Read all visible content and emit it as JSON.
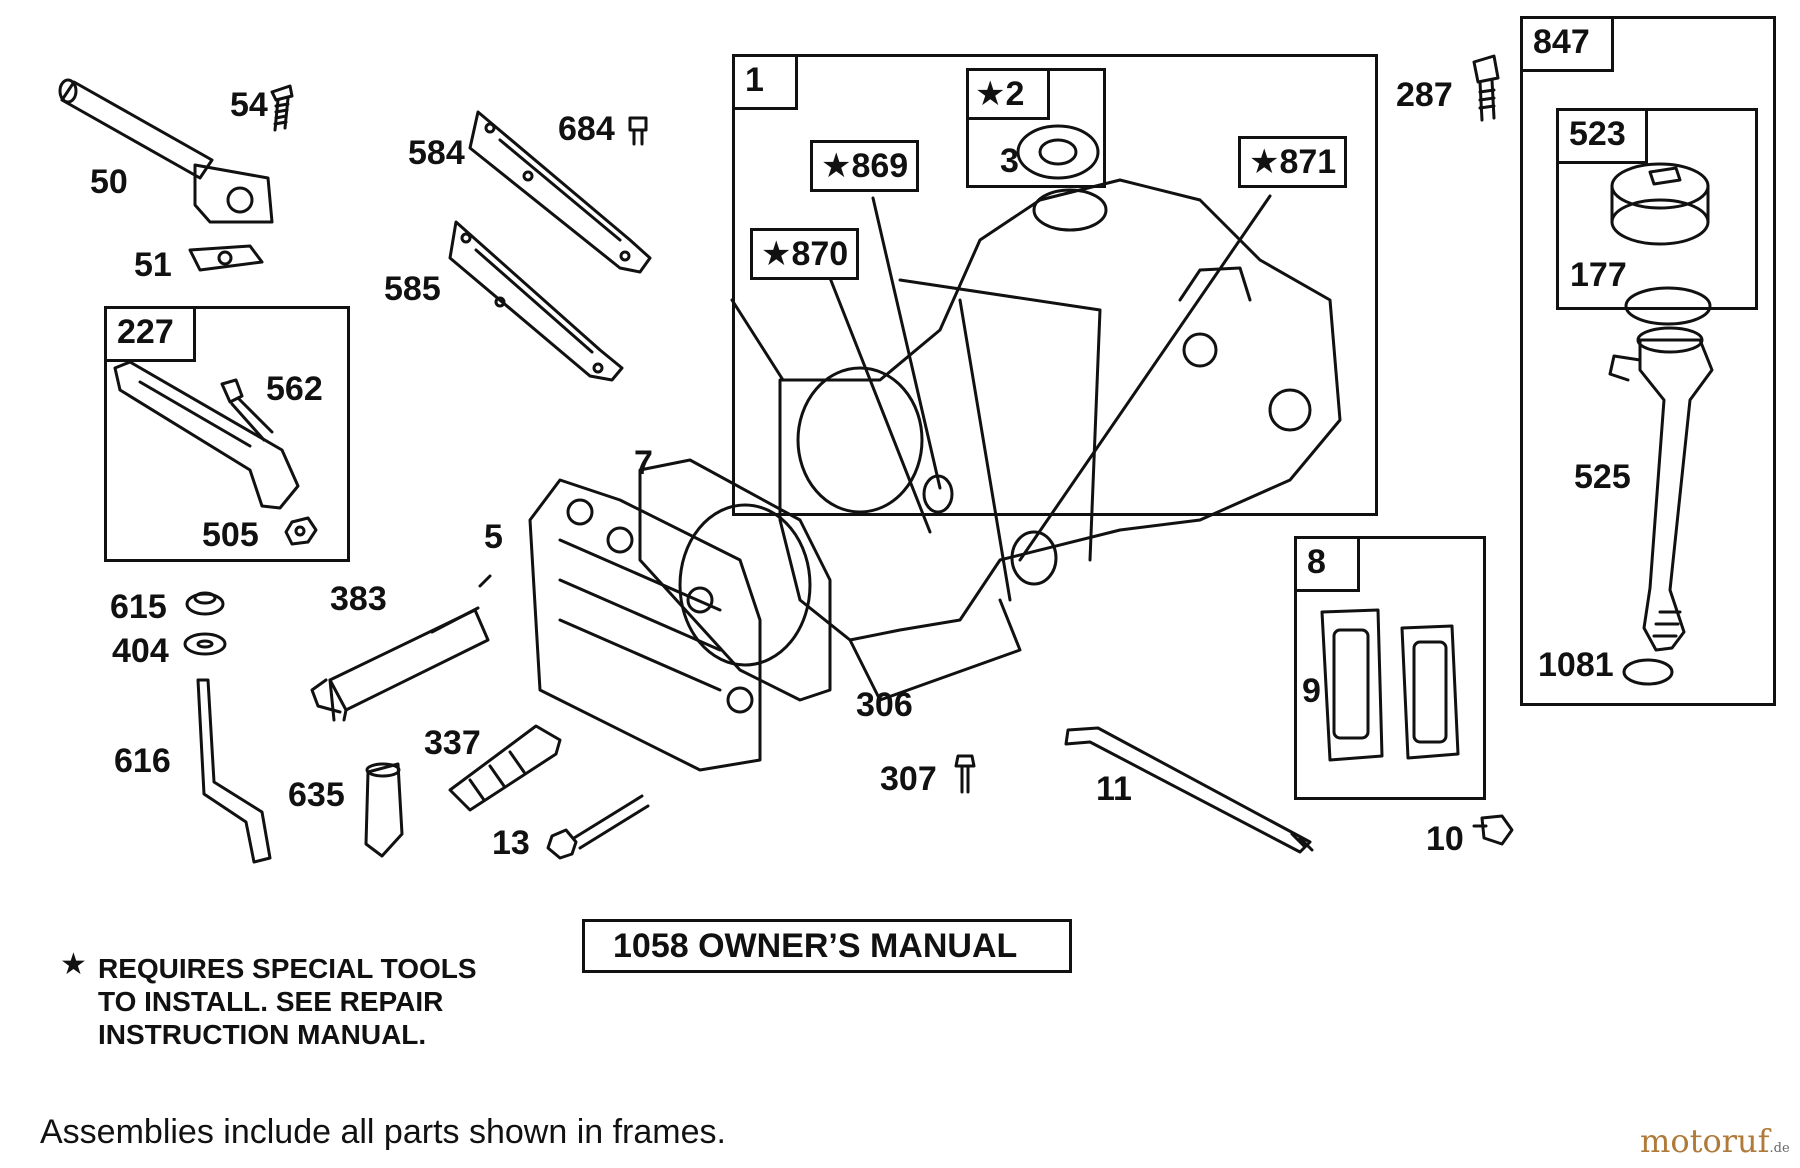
{
  "parts": {
    "p1": "1",
    "p2": "2",
    "p3": "3",
    "p5": "5",
    "p7": "7",
    "p8": "8",
    "p9": "9",
    "p10": "10",
    "p11": "11",
    "p13": "13",
    "p50": "50",
    "p51": "51",
    "p54": "54",
    "p177": "177",
    "p227": "227",
    "p287": "287",
    "p306": "306",
    "p307": "307",
    "p337": "337",
    "p383": "383",
    "p404": "404",
    "p505": "505",
    "p523": "523",
    "p525": "525",
    "p562": "562",
    "p584": "584",
    "p585": "585",
    "p615": "615",
    "p616": "616",
    "p635": "635",
    "p684": "684",
    "p847": "847",
    "p869": "869",
    "p870": "870",
    "p871": "871",
    "p1081": "1081"
  },
  "star_symbol": "★",
  "manual": "1058 OWNER’S MANUAL",
  "special_note": {
    "star": "★",
    "line1": "REQUIRES SPECIAL TOOLS",
    "line2": "TO INSTALL.  SEE REPAIR",
    "line3": "INSTRUCTION MANUAL."
  },
  "footer": "Assemblies include all parts shown in frames.",
  "watermark": {
    "brand": "motoruf",
    "suffix": ".de",
    "color": "#b07a3a"
  }
}
